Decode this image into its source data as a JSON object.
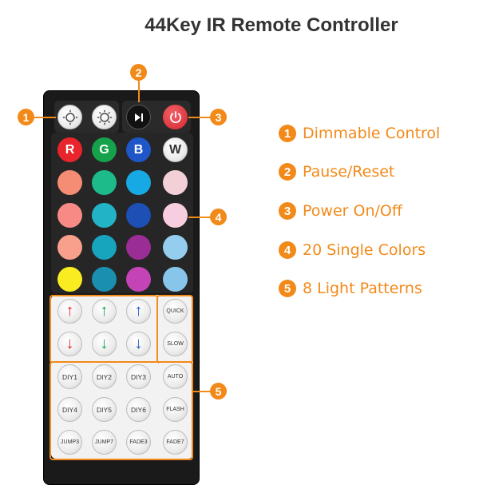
{
  "title": "44Key IR Remote Controller",
  "callouts": [
    "1",
    "2",
    "3",
    "4",
    "5"
  ],
  "legend": [
    {
      "num": "1",
      "text": "Dimmable Control"
    },
    {
      "num": "2",
      "text": "Pause/Reset"
    },
    {
      "num": "3",
      "text": "Power On/Off"
    },
    {
      "num": "4",
      "text": "20 Single Colors"
    },
    {
      "num": "5",
      "text": "8 Light Patterns"
    }
  ],
  "remote": {
    "row_labels": {
      "r": "R",
      "g": "G",
      "b": "B",
      "w": "W"
    },
    "speed": {
      "quick": "QUICK",
      "slow": "SLOW"
    },
    "diy": [
      "DIY1",
      "DIY2",
      "DIY3",
      "DIY4",
      "DIY5",
      "DIY6"
    ],
    "modes": {
      "auto": "AUTO",
      "flash": "FLASH"
    },
    "patterns": [
      "JUMP3",
      "JUMP7",
      "FADE3",
      "FADE7"
    ],
    "arrows": {
      "up": "↑",
      "down": "↓"
    }
  },
  "colors": {
    "accent": "#f28a1a",
    "r": "#e8242c",
    "g": "#16a24a",
    "b": "#1f57c9",
    "c1": "#f48d74",
    "c2": "#1dbb8a",
    "c3": "#16a9e4",
    "c4": "#f3d0d8",
    "c5": "#f88a86",
    "c6": "#22b4c6",
    "c7": "#1d4fb4",
    "c8": "#f7cde0",
    "c9": "#f8a08c",
    "c10": "#17a4bd",
    "c11": "#9a2e96",
    "c12": "#95cdef",
    "c13": "#f9ed22",
    "c14": "#1b8fb0",
    "c15": "#c444b8",
    "c16": "#87c6ea",
    "power": "#e2343a"
  },
  "icons": {
    "dim_down": "sun-dim-icon",
    "dim_up": "sun-bright-icon",
    "play_pause": "play-pause-icon",
    "power": "power-icon"
  }
}
